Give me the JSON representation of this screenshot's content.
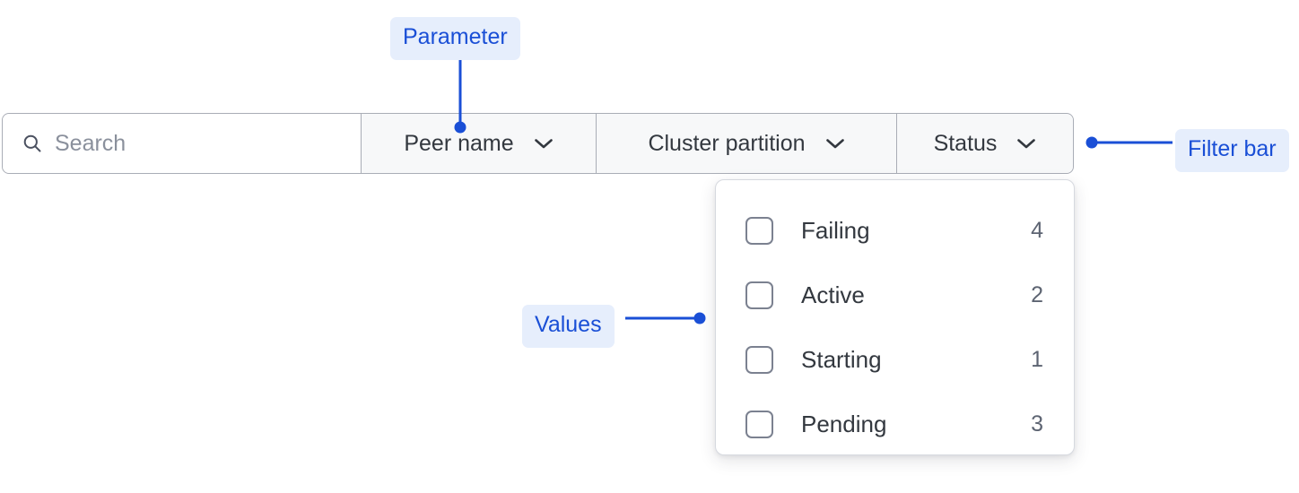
{
  "search": {
    "icon": "search-icon",
    "value": "",
    "placeholder": "Search"
  },
  "filters": [
    {
      "label": "Peer name",
      "icon": "chevron-down-icon"
    },
    {
      "label": "Cluster partition",
      "icon": "chevron-down-icon"
    },
    {
      "label": "Status",
      "icon": "chevron-down-icon"
    }
  ],
  "dropdown": {
    "options": [
      {
        "label": "Failing",
        "count": "4",
        "checked": false
      },
      {
        "label": "Active",
        "count": "2",
        "checked": false
      },
      {
        "label": "Starting",
        "count": "1",
        "checked": false
      },
      {
        "label": "Pending",
        "count": "3",
        "checked": false
      }
    ]
  },
  "annotations": {
    "parameter": "Parameter",
    "values": "Values",
    "filter_bar": "Filter bar"
  },
  "colors": {
    "annotation_text": "#1a4fd6",
    "annotation_bg": "#e6eefc",
    "connector": "#1a4fd6",
    "bar_border": "#a9adb6",
    "bar_fill": "#f7f8f9",
    "text_primary": "#33383f",
    "text_muted": "#8a909c",
    "count_text": "#5d6472",
    "checkbox_border": "#7b8190",
    "panel_border": "#d6d9df"
  }
}
